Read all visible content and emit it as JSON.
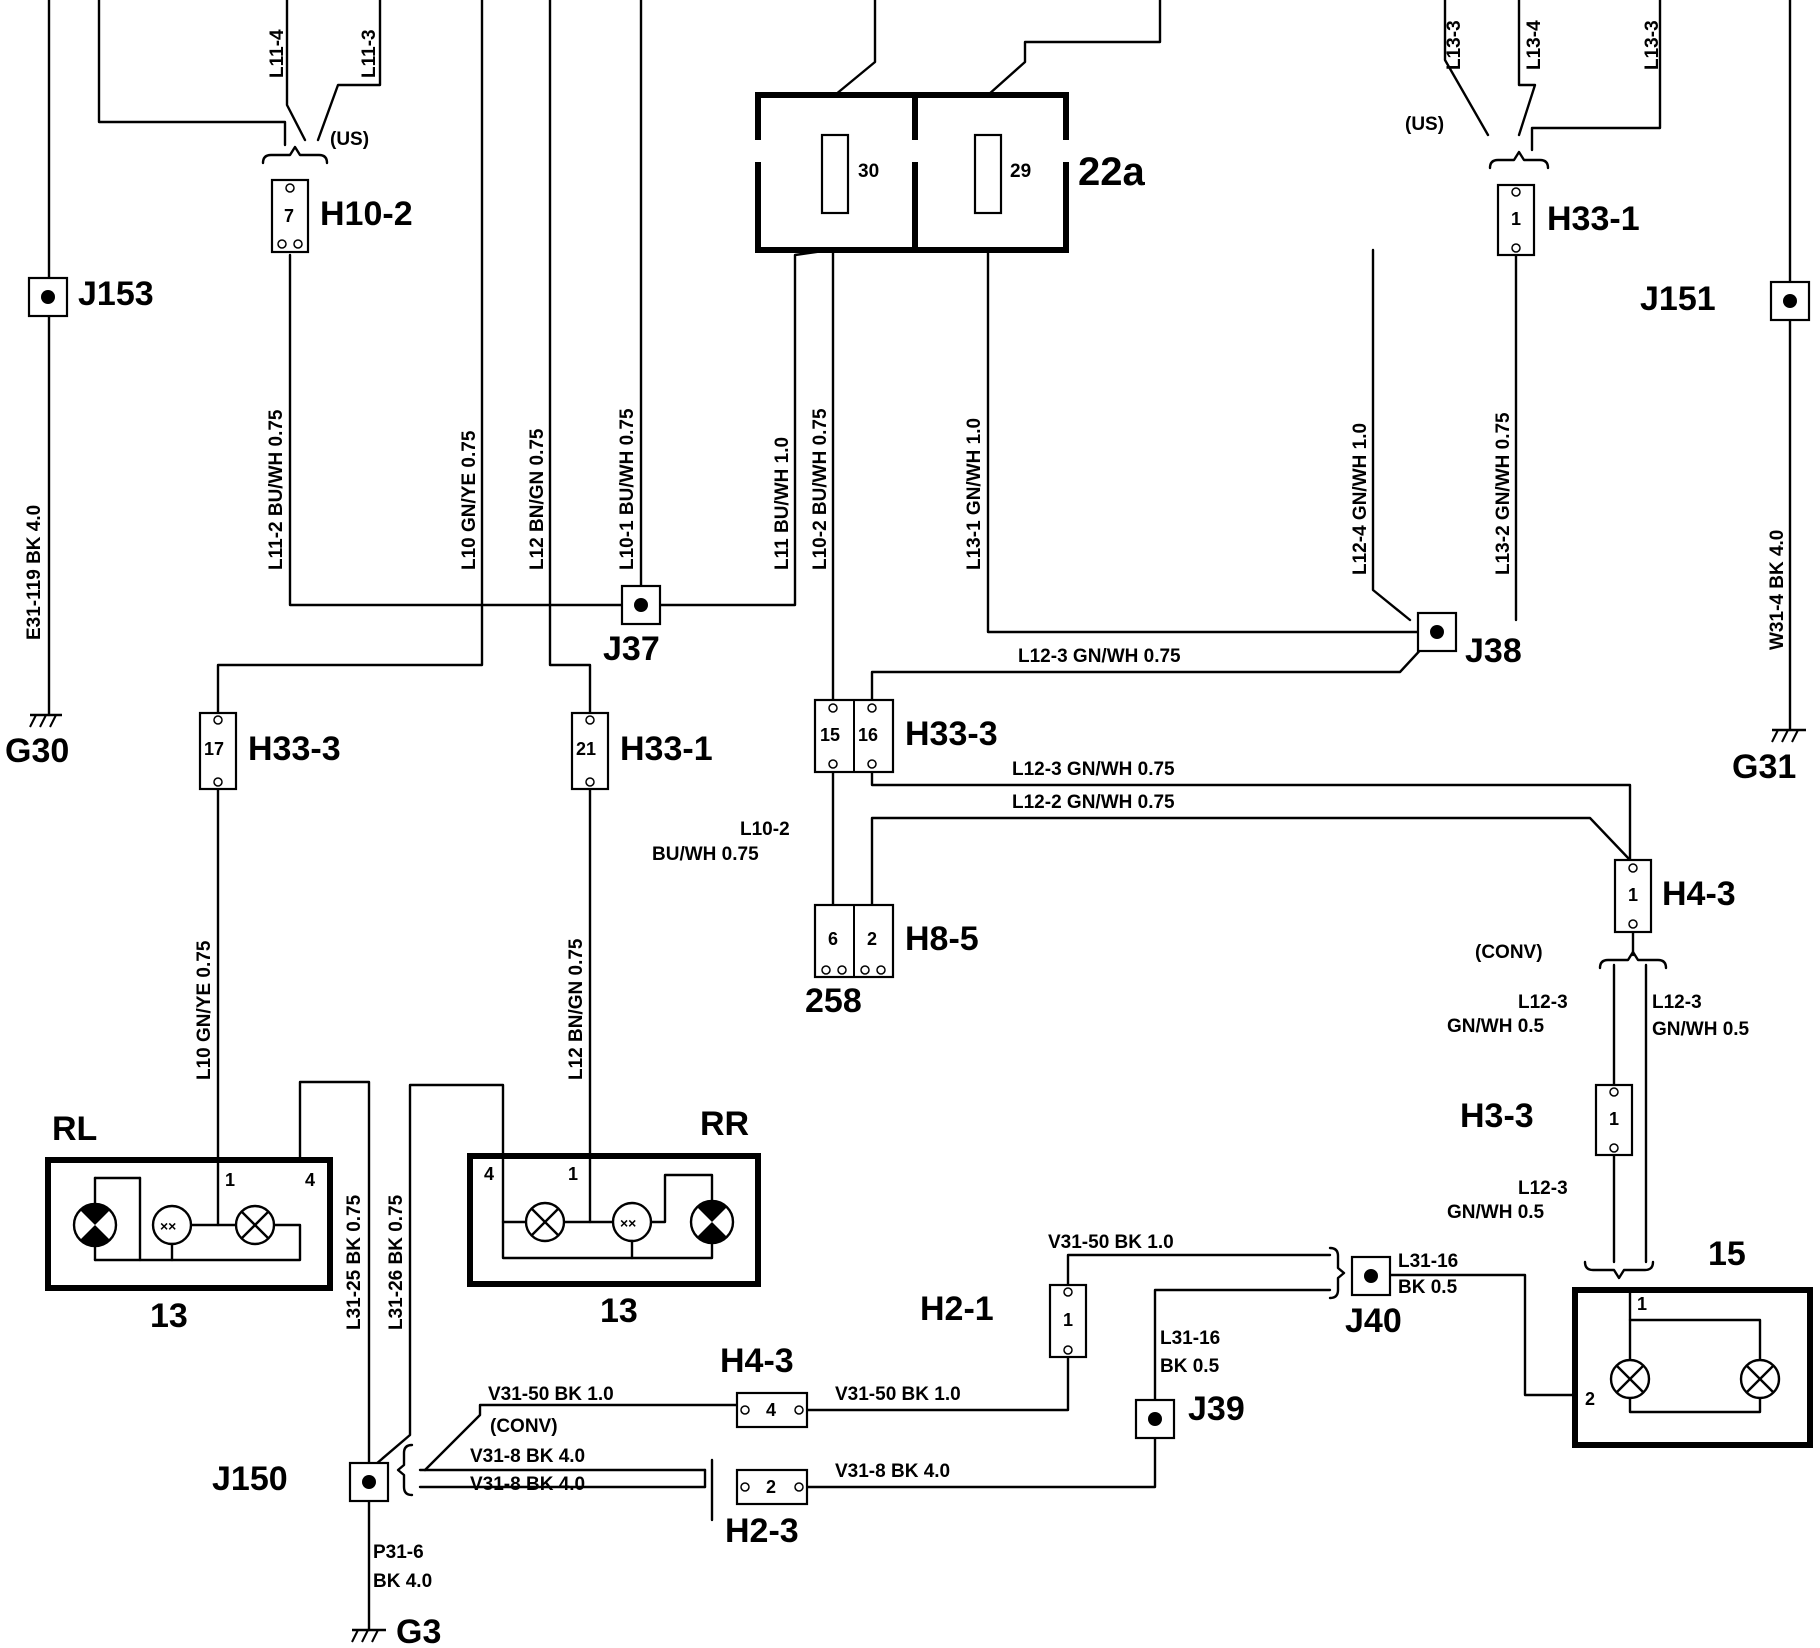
{
  "components": {
    "fuse_box": "22a",
    "fuse_30": "30",
    "fuse_29": "29",
    "rl_label": "RL",
    "rr_label": "RR",
    "rl_number": "13",
    "rr_number": "13",
    "c15": "15",
    "c258": "258"
  },
  "connectors": {
    "h10_2": "H10-2",
    "h10_2_pin": "7",
    "h33_1_top": "H33-1",
    "h33_1_top_pin": "1",
    "h33_3_left": "H33-3",
    "h33_3_left_pin": "17",
    "h33_1_mid": "H33-1",
    "h33_1_mid_pin": "21",
    "h33_3_mid": "H33-3",
    "h33_3_mid_pin_a": "15",
    "h33_3_mid_pin_b": "16",
    "h8_5": "H8-5",
    "h8_5_pin_a": "6",
    "h8_5_pin_b": "2",
    "h4_3_right": "H4-3",
    "h4_3_right_pin": "1",
    "h3_3": "H3-3",
    "h3_3_pin": "1",
    "h2_1": "H2-1",
    "h2_1_pin": "1",
    "h4_3_bottom": "H4-3",
    "h4_3_bottom_pin": "4",
    "h2_3": "H2-3",
    "h2_3_pin": "2"
  },
  "splices": {
    "j153": "J153",
    "j151": "J151",
    "j37": "J37",
    "j38": "J38",
    "j40": "J40",
    "j39": "J39",
    "j150": "J150"
  },
  "grounds": {
    "g30": "G30",
    "g31": "G31",
    "g3": "G3"
  },
  "variants": {
    "us_left": "(US)",
    "us_right": "(US)",
    "conv_right": "(CONV)",
    "conv_bottom": "(CONV)"
  },
  "wires": {
    "l11_4": "L11-4",
    "l11_3": "L11-3",
    "l13_3a": "L13-3",
    "l13_4": "L13-4",
    "l13_3b": "L13-3",
    "e31_119": "E31-119   BK  4.0",
    "l11_2": "L11-2   BU/WH 0.75",
    "l10": "L10   GN/YE  0.75",
    "l12": "L12   BN/GN  0.75",
    "l10_1": "L10-1   BU/WH 0.75",
    "l11": "L11   BU/WH  1.0",
    "l10_2v": "L10-2   BU/WH 0.75",
    "l13_1": "L13-1   GN/WH 1.0",
    "l12_4": "L12-4   GN/WH 1.0",
    "l13_2": "L13-2   GN/WH 0.75",
    "w31_4": "W31-4   BK  4.0",
    "l12_3_top": "L12-3     GN/WH    0.75",
    "l12_3_mid": "L12-3     GN/WH 0.75",
    "l12_2": "L12-2     GN/WH 0.75",
    "l10_2_id": "L10-2",
    "l10_2_spec": "BU/WH 0.75",
    "l10_lower": "L10   GN/YE  0.75",
    "l12_lower": "L12   BN/GN  0.75",
    "l31_25": "L31-25   BK  0.75",
    "l31_26": "L31-26   BK  0.75",
    "l12_3_a_id": "L12-3",
    "l12_3_a_spec": "GN/WH 0.5",
    "l12_3_b_id": "L12-3",
    "l12_3_b_spec": "GN/WH 0.5",
    "l12_3_c_id": "L12-3",
    "l12_3_c_spec": "GN/WH 0.5",
    "v31_50_top": "V31-50   BK  1.0",
    "l31_16_a_id": "L31-16",
    "l31_16_a_spec": "BK  0.5",
    "l31_16_b_id": "L31-16",
    "l31_16_b_spec": "BK  0.5",
    "v31_50_left": "V31-50   BK  1.0",
    "v31_50_right": "V31-50     BK  1.0",
    "v31_8_a": "V31-8     BK  4.0",
    "v31_8_b": "V31-8     BK  4.0",
    "v31_8_right": "V31-8      BK  4.0",
    "p31_6": "P31-6",
    "p31_6_spec": "BK  4.0"
  },
  "pins": {
    "rl_1": "1",
    "rl_4": "4",
    "rr_4": "4",
    "rr_1": "1",
    "c15_1": "1",
    "c15_2": "2"
  }
}
